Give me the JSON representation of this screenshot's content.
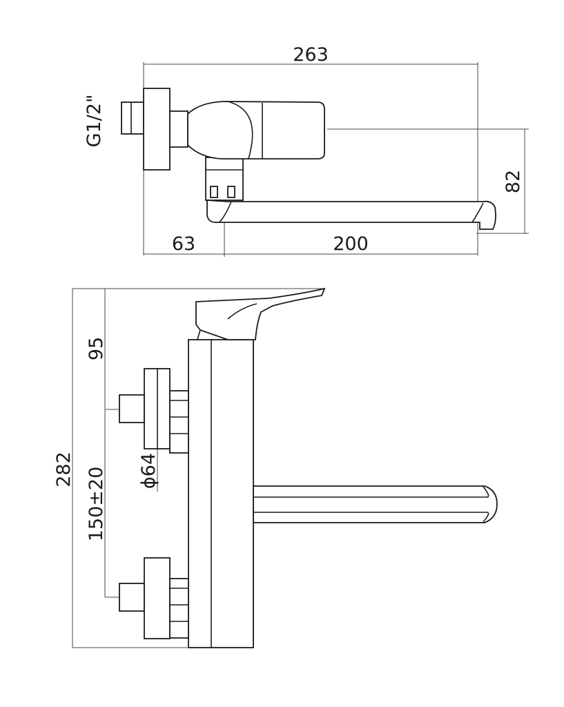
{
  "title": "Wall-mounted mixer technical drawing",
  "top_view": {
    "overall_width": "263",
    "connection_thread": "G1/2\"",
    "spout_height_offset": "82",
    "wall_to_spout_axis": "63",
    "spout_reach": "200"
  },
  "side_view": {
    "overall_height": "282",
    "top_to_inlet": "95",
    "inlet_spacing": "150±20",
    "flange_diameter": "ϕ64"
  },
  "colors": {
    "line": "#1a1a1a",
    "background": "#ffffff"
  }
}
